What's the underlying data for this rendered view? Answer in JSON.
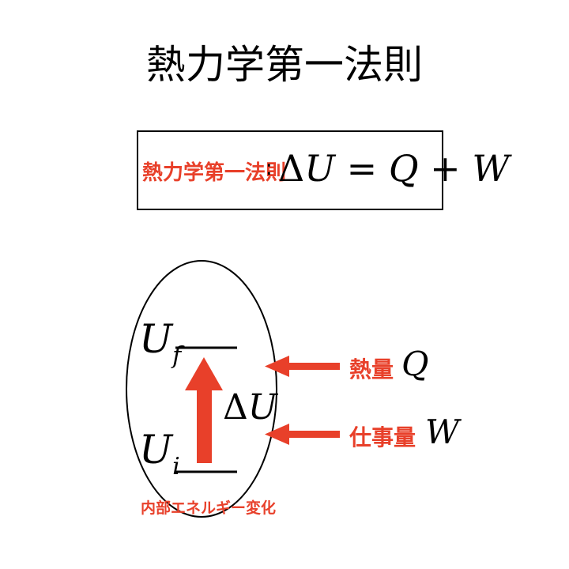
{
  "title": "熱力学第一法則",
  "formula": {
    "label": "熱力学第一法則",
    "colon": ":",
    "delta": "Δ",
    "u": "U",
    "eq": " = ",
    "q": "Q",
    "plus": " + ",
    "w": "W"
  },
  "diagram": {
    "uf_main": "U",
    "uf_sub": "f",
    "ui_main": "U",
    "ui_sub": "i",
    "delta_u_delta": "Δ",
    "delta_u_u": "U",
    "heat_label": "熱量",
    "heat_symbol": "Q",
    "work_label": "仕事量",
    "work_symbol": "W",
    "caption": "内部エネルギー変化"
  },
  "colors": {
    "accent": "#e8402a",
    "text": "#000000",
    "background": "#ffffff"
  }
}
